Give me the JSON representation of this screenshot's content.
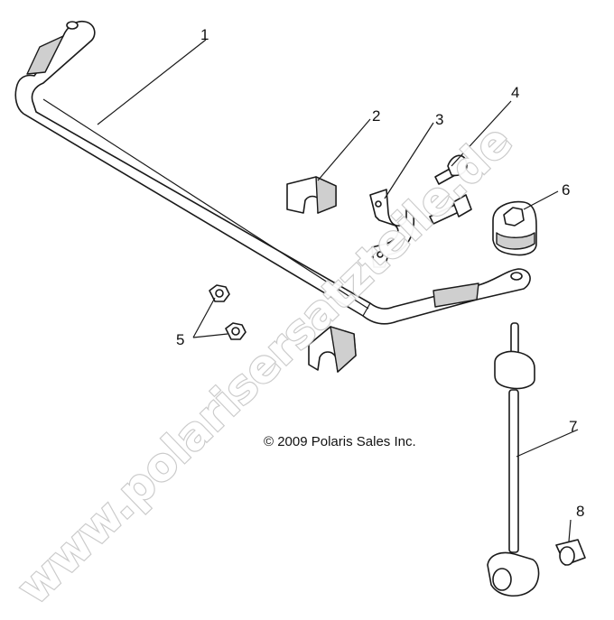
{
  "diagram": {
    "copyright": "© 2009 Polaris Sales Inc.",
    "watermark": "www.polarisersatzteile.de",
    "callouts": {
      "c1": "1",
      "c2": "2",
      "c3": "3",
      "c4": "4",
      "c5": "5",
      "c6": "6",
      "c7": "7",
      "c8": "8"
    },
    "parts": [
      {
        "callout": "1",
        "part": "stabilizer-bar"
      },
      {
        "callout": "2",
        "part": "bushing"
      },
      {
        "callout": "3",
        "part": "bushing-clamp"
      },
      {
        "callout": "4",
        "part": "bolt"
      },
      {
        "callout": "5",
        "part": "nut"
      },
      {
        "callout": "6",
        "part": "bushing-mount"
      },
      {
        "callout": "7",
        "part": "stabilizer-link"
      },
      {
        "callout": "8",
        "part": "spacer"
      }
    ]
  }
}
